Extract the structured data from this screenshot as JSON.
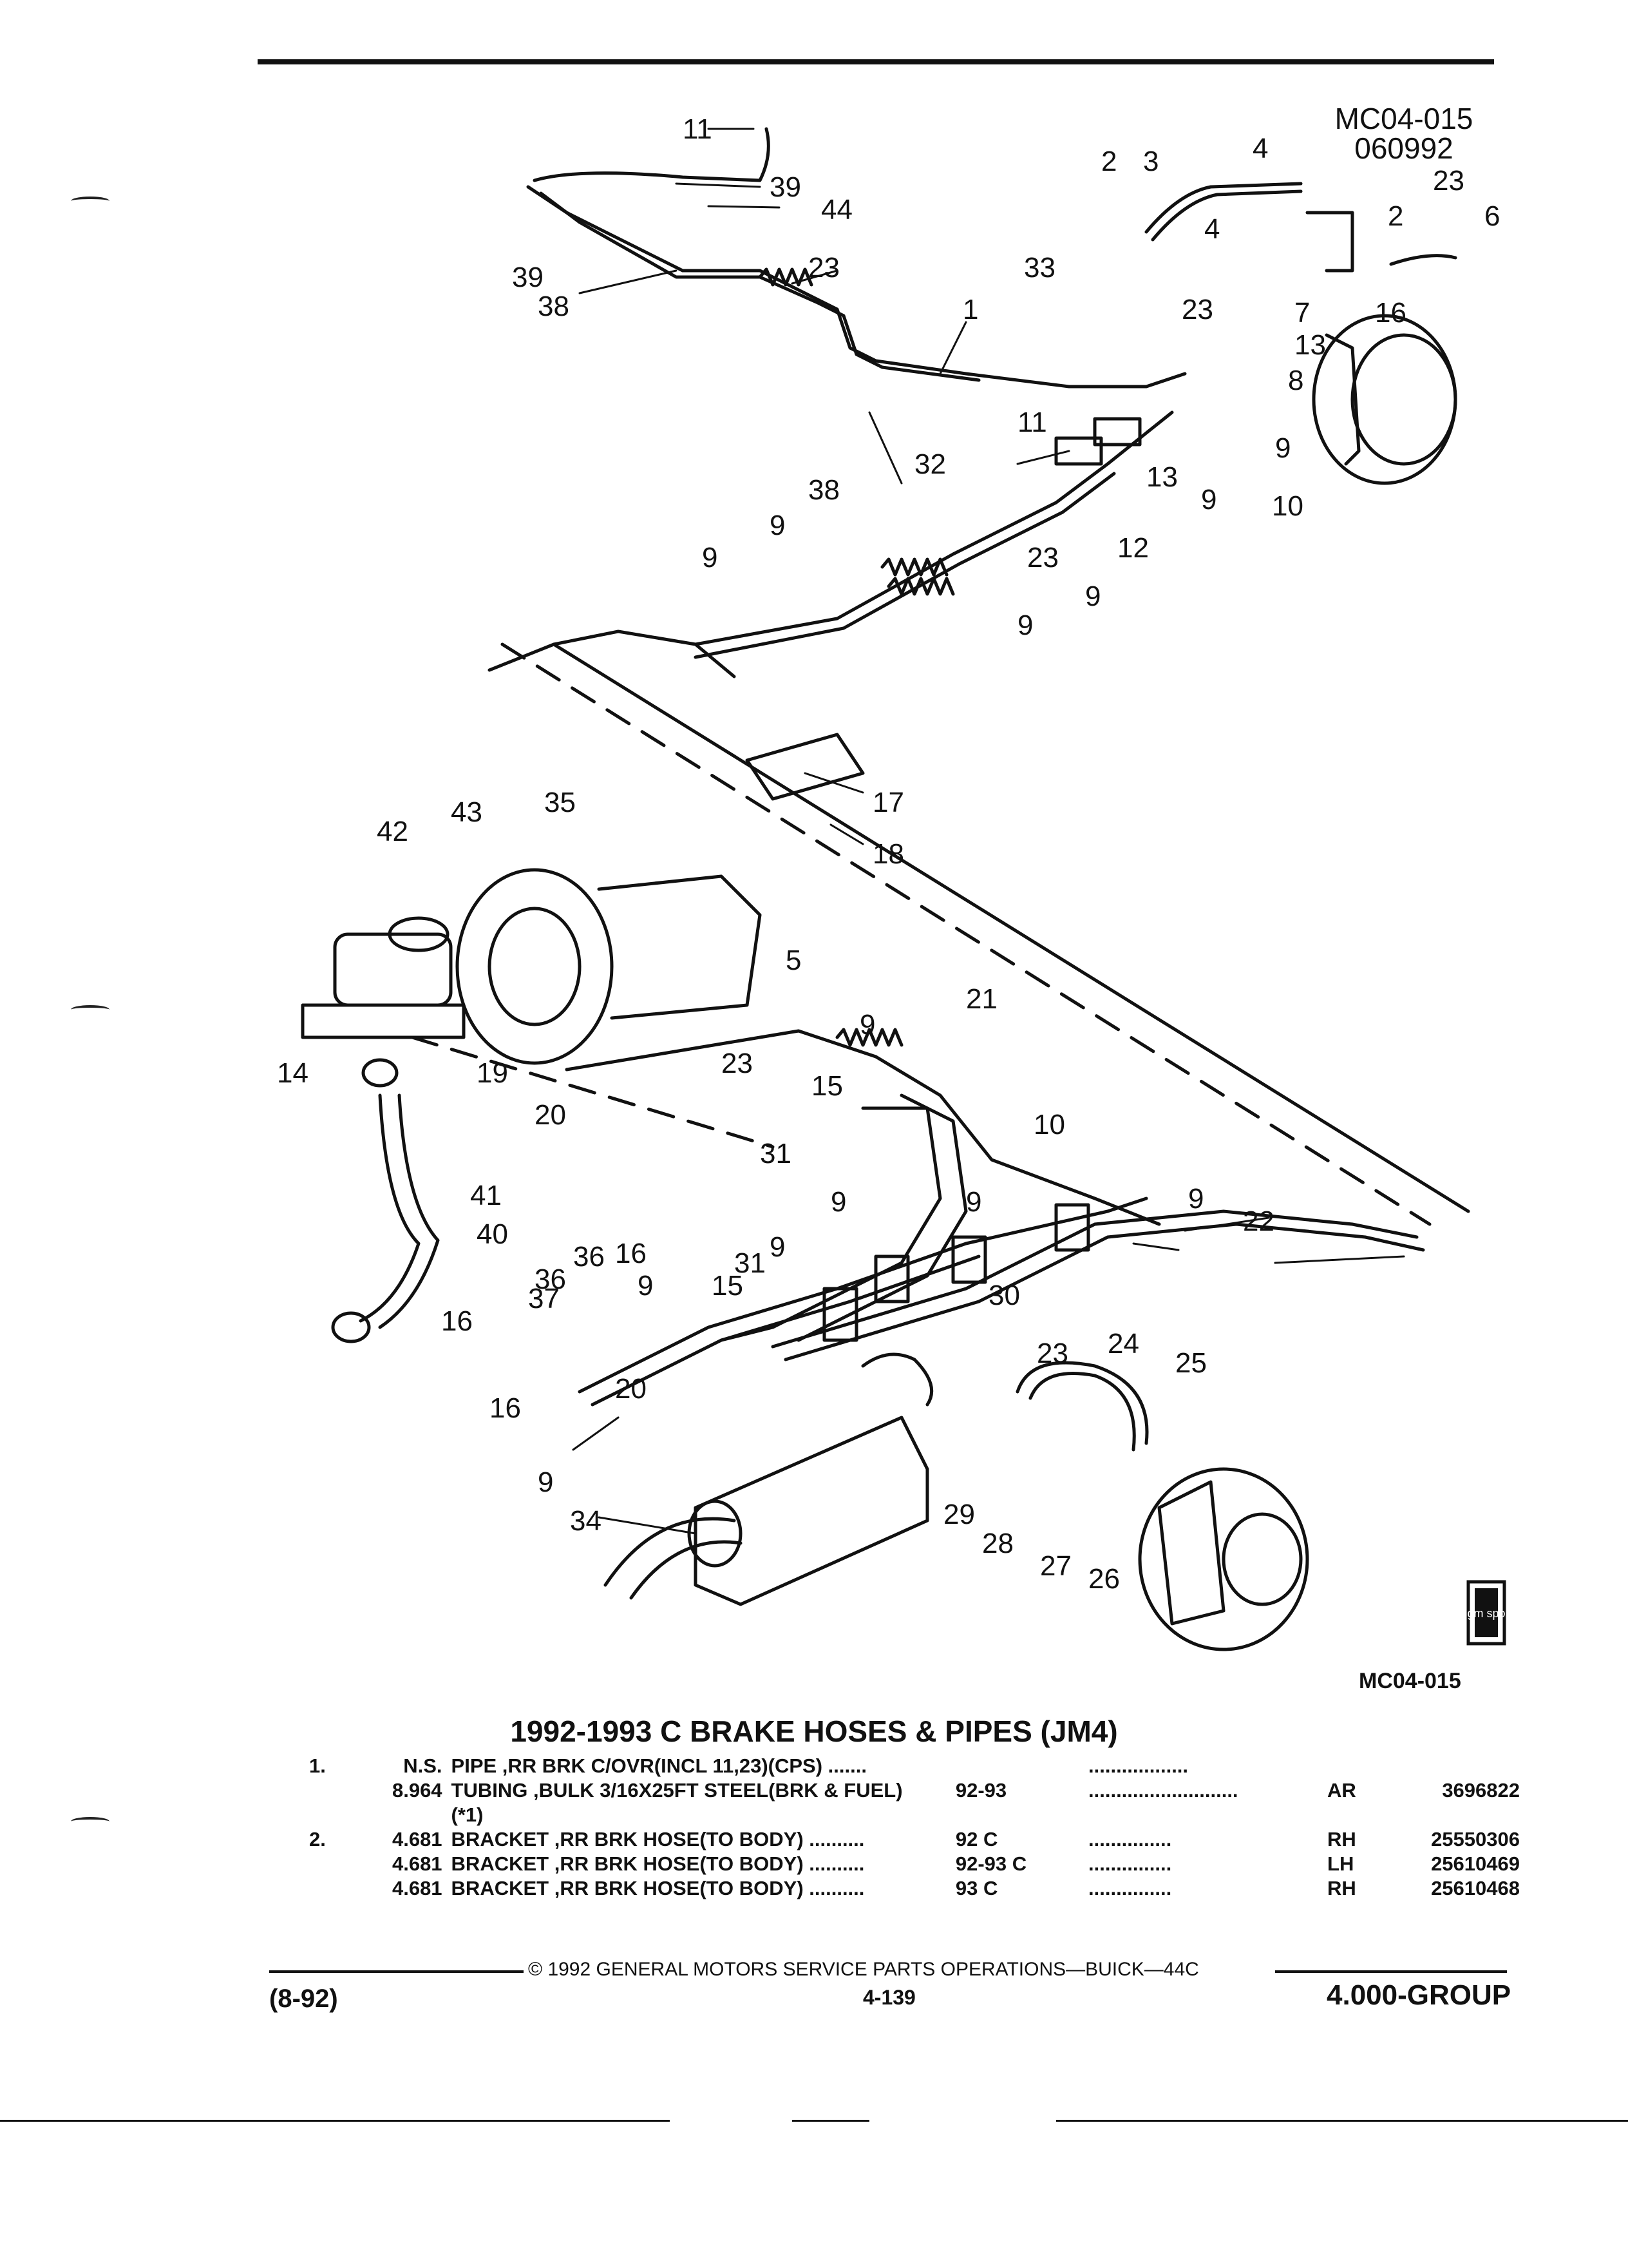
{
  "diagram": {
    "code_top": "MC04-015",
    "date_top": "060992",
    "code_bottom": "MC04-015",
    "logo_text": "gm spo",
    "callouts": [
      "11",
      "39",
      "44",
      "39",
      "38",
      "23",
      "1",
      "38",
      "2",
      "3",
      "4",
      "4",
      "2",
      "23",
      "6",
      "33",
      "7",
      "16",
      "23",
      "13",
      "8",
      "9",
      "10",
      "9",
      "13",
      "11",
      "12",
      "32",
      "9",
      "9",
      "23",
      "9",
      "9",
      "17",
      "18",
      "42",
      "43",
      "35",
      "5",
      "21",
      "9",
      "23",
      "19",
      "20",
      "15",
      "10",
      "14",
      "41",
      "31",
      "9",
      "9",
      "9",
      "22",
      "40",
      "36",
      "16",
      "31",
      "9",
      "9",
      "15",
      "30",
      "37",
      "36",
      "16",
      "23",
      "24",
      "25",
      "20",
      "16",
      "9",
      "34",
      "29",
      "28",
      "27",
      "26"
    ]
  },
  "section_title": "1992-1993 C BRAKE HOSES & PIPES (JM4)",
  "parts": [
    {
      "item": "1.",
      "qty": "N.S.",
      "desc": "PIPE ,RR BRK C/OVR(INCL 11,23)(CPS) .......",
      "years": "",
      "code": "",
      "dots": "..................",
      "side": "",
      "part_no": ""
    },
    {
      "item": "",
      "qty": "8.964",
      "desc": "TUBING ,BULK 3/16X25FT STEEL(BRK & FUEL)",
      "years": "92-93",
      "code": "",
      "dots": "...........................",
      "side": "AR",
      "part_no": "3696822"
    },
    {
      "item": "",
      "qty": "",
      "desc": "(*1)",
      "years": "",
      "code": "",
      "dots": "",
      "side": "",
      "part_no": ""
    },
    {
      "item": "2.",
      "qty": "4.681",
      "desc": "BRACKET ,RR BRK HOSE(TO BODY) ..........",
      "years": "92",
      "code": "C",
      "dots": "...............",
      "side": "RH",
      "part_no": "25550306"
    },
    {
      "item": "",
      "qty": "4.681",
      "desc": "BRACKET ,RR BRK HOSE(TO BODY) ..........",
      "years": "92-93",
      "code": "C",
      "dots": "...............",
      "side": "LH",
      "part_no": "25610469"
    },
    {
      "item": "",
      "qty": "4.681",
      "desc": "BRACKET ,RR BRK HOSE(TO BODY) ..........",
      "years": "93",
      "code": "C",
      "dots": "...............",
      "side": "RH",
      "part_no": "25610468"
    }
  ],
  "footer": {
    "copyright": "©  1992  GENERAL MOTORS SERVICE PARTS OPERATIONS—BUICK—44C",
    "date_code": "(8-92)",
    "page": "4-139",
    "group": "4.000-GROUP"
  }
}
